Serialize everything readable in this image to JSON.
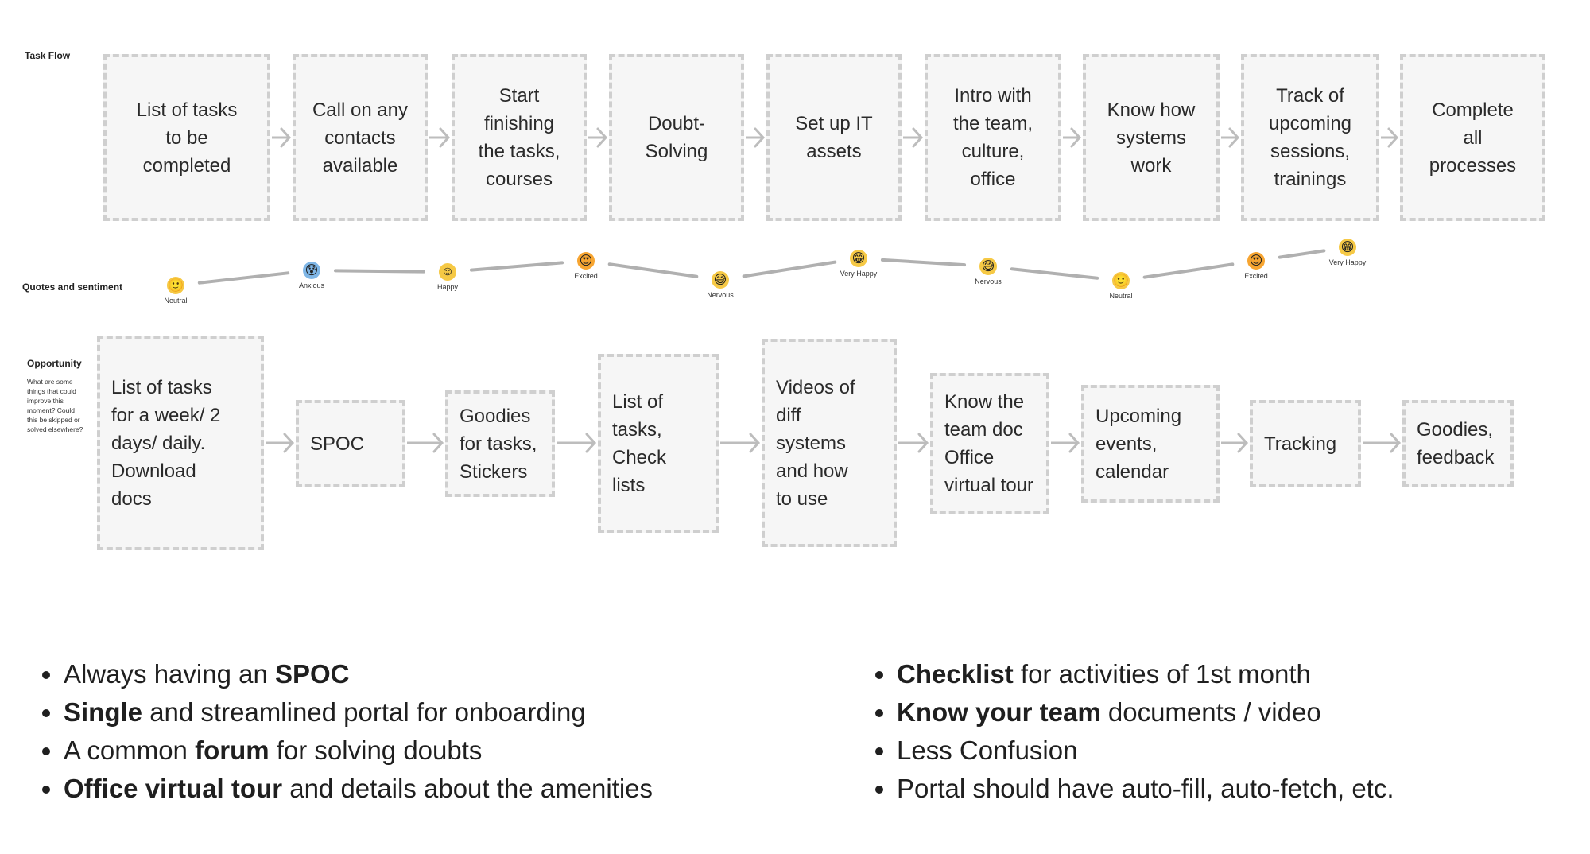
{
  "labels": {
    "task_flow": "Task Flow",
    "sentiment": "Quotes and sentiment",
    "opportunity": "Opportunity",
    "opportunity_hint": "What are some things that could improve this moment? Could this be skipped or solved elsewhere?"
  },
  "tasks": [
    "List of tasks\nto be\ncompleted",
    "Call on any\ncontacts\navailable",
    "Start\nfinishing\nthe tasks,\ncourses",
    "Doubt-\nSolving",
    "Set up IT\nassets",
    "Intro with\nthe team,\nculture,\noffice",
    "Know how\nsystems\nwork",
    "Track of\nupcoming\nsessions,\ntrainings",
    "Complete\nall\nprocesses"
  ],
  "sentiments": [
    {
      "label": "Neutral",
      "emoji": "🙂",
      "color": "#f6c945"
    },
    {
      "label": "Anxious",
      "emoji": "😰",
      "color": "#7fb6e6"
    },
    {
      "label": "Happy",
      "emoji": "☺",
      "color": "#f6c945"
    },
    {
      "label": "Excited",
      "emoji": "😍",
      "color": "#f7a531"
    },
    {
      "label": "Nervous",
      "emoji": "😅",
      "color": "#f6c945"
    },
    {
      "label": "Very Happy",
      "emoji": "😁",
      "color": "#f6c945"
    },
    {
      "label": "Nervous",
      "emoji": "😅",
      "color": "#f6c945"
    },
    {
      "label": "Neutral",
      "emoji": "🙂",
      "color": "#f6c945"
    },
    {
      "label": "Excited",
      "emoji": "😍",
      "color": "#f7a531"
    },
    {
      "label": "Very Happy",
      "emoji": "😁",
      "color": "#f6c945"
    }
  ],
  "opportunities": [
    "List of tasks\nfor a week/ 2\ndays/ daily.\nDownload\ndocs",
    "SPOC",
    "Goodies\nfor tasks,\nStickers",
    "List of\ntasks,\nCheck\nlists",
    "Videos of\ndiff\nsystems\nand how\nto use",
    "Know the\nteam doc\nOffice\nvirtual tour",
    "Upcoming\nevents,\ncalendar",
    "Tracking",
    "Goodies,\nfeedback"
  ],
  "bullets_left": [
    [
      {
        "t": "Always having an ",
        "b": false
      },
      {
        "t": "SPOC",
        "b": true
      }
    ],
    [
      {
        "t": "Single",
        "b": true
      },
      {
        "t": " and streamlined portal for onboarding",
        "b": false
      }
    ],
    [
      {
        "t": "A common ",
        "b": false
      },
      {
        "t": "forum",
        "b": true
      },
      {
        "t": " for solving doubts",
        "b": false
      }
    ],
    [
      {
        "t": "Office virtual tour",
        "b": true
      },
      {
        "t": " and details about the amenities",
        "b": false
      }
    ]
  ],
  "bullets_right": [
    [
      {
        "t": "Checklist",
        "b": true
      },
      {
        "t": " for activities of 1st month",
        "b": false
      }
    ],
    [
      {
        "t": "Know your team",
        "b": true
      },
      {
        "t": " documents / video",
        "b": false
      }
    ],
    [
      {
        "t": "Less Confusion",
        "b": false
      }
    ],
    [
      {
        "t": "Portal should have auto-fill, auto-fetch, etc.",
        "b": false
      }
    ]
  ],
  "colors": {
    "box_fill": "#f6f6f6",
    "box_border": "#cfcfcf",
    "arrow": "#bdbdbd",
    "line": "#b0b0b0"
  }
}
